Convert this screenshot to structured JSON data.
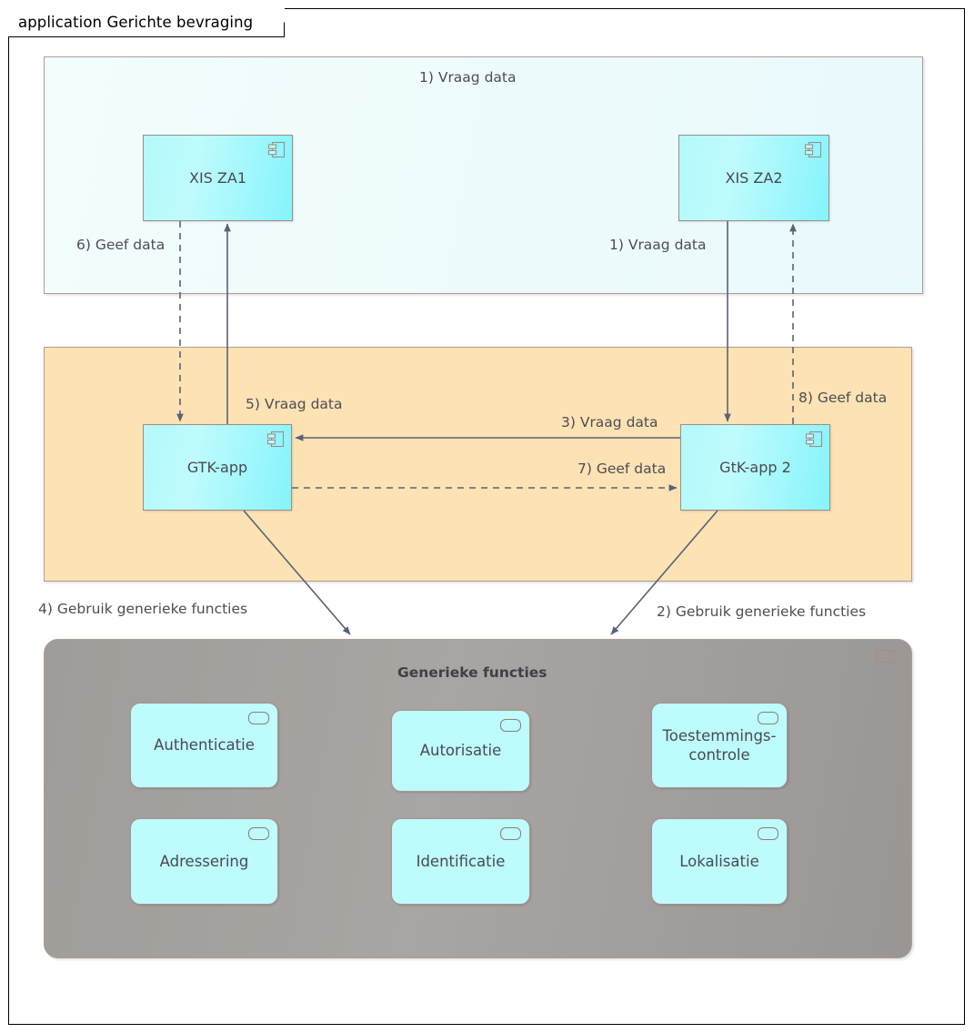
{
  "diagram": {
    "frame_kind": "application",
    "frame_title": "application Gerichte bevraging",
    "title_tab_label": "application Gerichte bevraging"
  },
  "colors": {
    "frame_border": "#000000",
    "group_blue_fill": "#eefbfc",
    "group_orange_fill": "#fde2b4",
    "group_gray_fill": "#a29e9b",
    "component_fill": "#9ff7fb",
    "service_fill": "#bdfbfd",
    "element_border": "#9b8f8a",
    "connector": "#5a6275",
    "label_text": "#4d4d55"
  },
  "groups": {
    "blue": {
      "name": "xis-zone-group",
      "title": ""
    },
    "orange": {
      "name": "gtk-zone-group",
      "title": ""
    },
    "gray": {
      "name": "generieke-functies-group",
      "title": "Generieke functies"
    }
  },
  "components": [
    {
      "id": "xis-za1",
      "label": "XIS ZA1",
      "icon": "uml-component-icon"
    },
    {
      "id": "xis-za2",
      "label": "XIS ZA2",
      "icon": "uml-component-icon"
    },
    {
      "id": "gtk-app",
      "label": "GTK-app",
      "icon": "uml-component-icon"
    },
    {
      "id": "gtk-app-2",
      "label": "GtK-app 2",
      "icon": "uml-component-icon"
    }
  ],
  "services": [
    {
      "id": "authenticatie",
      "label": "Authenticatie",
      "icon": "service-rounded-icon"
    },
    {
      "id": "autorisatie",
      "label": "Autorisatie",
      "icon": "service-rounded-icon"
    },
    {
      "id": "toestemmingscontrole",
      "label": "Toestemmings-\ncontrole",
      "icon": "service-rounded-icon"
    },
    {
      "id": "adressering",
      "label": "Adressering",
      "icon": "service-rounded-icon"
    },
    {
      "id": "identificatie",
      "label": "Identificatie",
      "icon": "service-rounded-icon"
    },
    {
      "id": "lokalisatie",
      "label": "Lokalisatie",
      "icon": "service-rounded-icon"
    }
  ],
  "connector_labels": {
    "step1_top": "1) Vraag data",
    "step1_right": "1) Vraag data",
    "step2": "2) Gebruik generieke functies",
    "step3": "3) Vraag data",
    "step4": "4) Gebruik generieke functies",
    "step5": "5) Vraag data",
    "step6": "6) Geef data",
    "step7": "7) Geef data",
    "step8": "8) Geef data"
  },
  "flows": [
    {
      "step": 1,
      "label": "1) Vraag data",
      "from": "gtk-app-2",
      "to": "xis-za2",
      "style": "solid"
    },
    {
      "step": 2,
      "label": "2) Gebruik generieke functies",
      "from": "gtk-app-2",
      "to": "generieke-functies-group",
      "style": "solid"
    },
    {
      "step": 3,
      "label": "3) Vraag data",
      "from": "gtk-app-2",
      "to": "gtk-app",
      "style": "solid"
    },
    {
      "step": 4,
      "label": "4) Gebruik generieke functies",
      "from": "gtk-app",
      "to": "generieke-functies-group",
      "style": "solid"
    },
    {
      "step": 5,
      "label": "5) Vraag data",
      "from": "gtk-app",
      "to": "xis-za1",
      "style": "solid"
    },
    {
      "step": 6,
      "label": "6) Geef data",
      "from": "xis-za1",
      "to": "gtk-app",
      "style": "dashed"
    },
    {
      "step": 7,
      "label": "7) Geef data",
      "from": "gtk-app",
      "to": "gtk-app-2",
      "style": "dashed"
    },
    {
      "step": 8,
      "label": "8) Geef data",
      "from": "xis-za2",
      "to": "gtk-app-2",
      "style": "dashed"
    }
  ]
}
